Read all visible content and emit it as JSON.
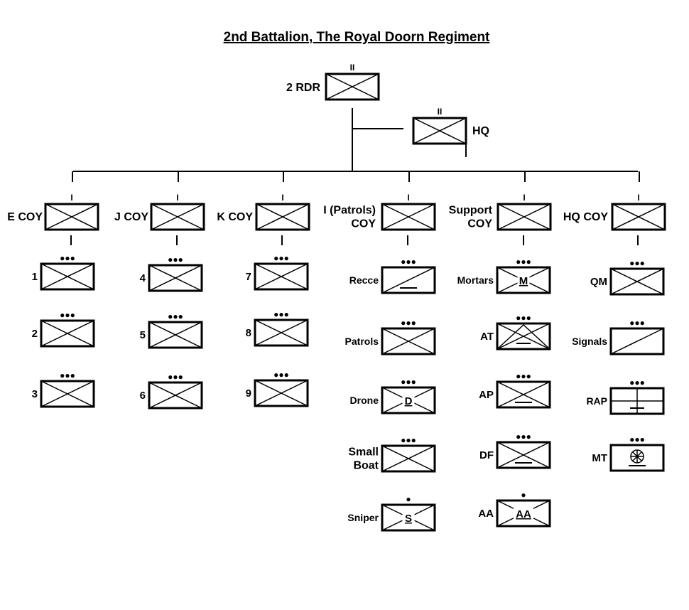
{
  "title": "2nd Battalion, The Royal Doorn Regiment",
  "battalion": {
    "label": "2 RDR",
    "echelon": "II"
  },
  "hq": {
    "label": "HQ",
    "echelon": "II"
  },
  "companies": [
    {
      "id": "e",
      "label": [
        "E COY"
      ],
      "echelon": "I",
      "units": [
        {
          "label": [
            "1"
          ],
          "echelon": "●●●",
          "symbol": "infantry"
        },
        {
          "label": [
            "2"
          ],
          "echelon": "●●●",
          "symbol": "infantry"
        },
        {
          "label": [
            "3"
          ],
          "echelon": "●●●",
          "symbol": "infantry"
        }
      ]
    },
    {
      "id": "j",
      "label": [
        "J COY"
      ],
      "echelon": "I",
      "units": [
        {
          "label": [
            "4"
          ],
          "echelon": "●●●",
          "symbol": "infantry"
        },
        {
          "label": [
            "5"
          ],
          "echelon": "●●●",
          "symbol": "infantry"
        },
        {
          "label": [
            "6"
          ],
          "echelon": "●●●",
          "symbol": "infantry"
        }
      ]
    },
    {
      "id": "k",
      "label": [
        "K COY"
      ],
      "echelon": "I",
      "units": [
        {
          "label": [
            "7"
          ],
          "echelon": "●●●",
          "symbol": "infantry"
        },
        {
          "label": [
            "8"
          ],
          "echelon": "●●●",
          "symbol": "infantry"
        },
        {
          "label": [
            "9"
          ],
          "echelon": "●●●",
          "symbol": "infantry"
        }
      ]
    },
    {
      "id": "i",
      "label": [
        "I (Patrols)",
        "COY"
      ],
      "echelon": "I",
      "units": [
        {
          "label": [
            "Recce"
          ],
          "echelon": "●●●",
          "symbol": "recce"
        },
        {
          "label": [
            "Patrols"
          ],
          "echelon": "●●●",
          "symbol": "infantry"
        },
        {
          "label": [
            "Drone"
          ],
          "echelon": "●●●",
          "symbol": "infantry",
          "inner": "D"
        },
        {
          "label": [
            "Small",
            "Boat"
          ],
          "echelon": "●●●",
          "symbol": "infantry"
        },
        {
          "label": [
            "Sniper"
          ],
          "echelon": "●",
          "symbol": "infantry",
          "inner": "S"
        }
      ]
    },
    {
      "id": "support",
      "label": [
        "Support",
        "COY"
      ],
      "echelon": "I",
      "units": [
        {
          "label": [
            "Mortars"
          ],
          "echelon": "●●●",
          "symbol": "infantry",
          "inner": "M"
        },
        {
          "label": [
            "AT"
          ],
          "echelon": "●●●",
          "symbol": "at"
        },
        {
          "label": [
            "AP"
          ],
          "echelon": "●●●",
          "symbol": "infantry-bar"
        },
        {
          "label": [
            "DF"
          ],
          "echelon": "●●●",
          "symbol": "infantry-bar"
        },
        {
          "label": [
            "AA"
          ],
          "echelon": "●",
          "symbol": "infantry",
          "inner": "AA"
        }
      ]
    },
    {
      "id": "hq",
      "label": [
        "HQ COY"
      ],
      "echelon": "I",
      "units": [
        {
          "label": [
            "QM"
          ],
          "echelon": "●●●",
          "symbol": "infantry"
        },
        {
          "label": [
            "Signals"
          ],
          "echelon": "●●●",
          "symbol": "signals"
        },
        {
          "label": [
            "RAP"
          ],
          "echelon": "●●●",
          "symbol": "medical"
        },
        {
          "label": [
            "MT"
          ],
          "echelon": "●●●",
          "symbol": "wheel"
        }
      ]
    }
  ]
}
